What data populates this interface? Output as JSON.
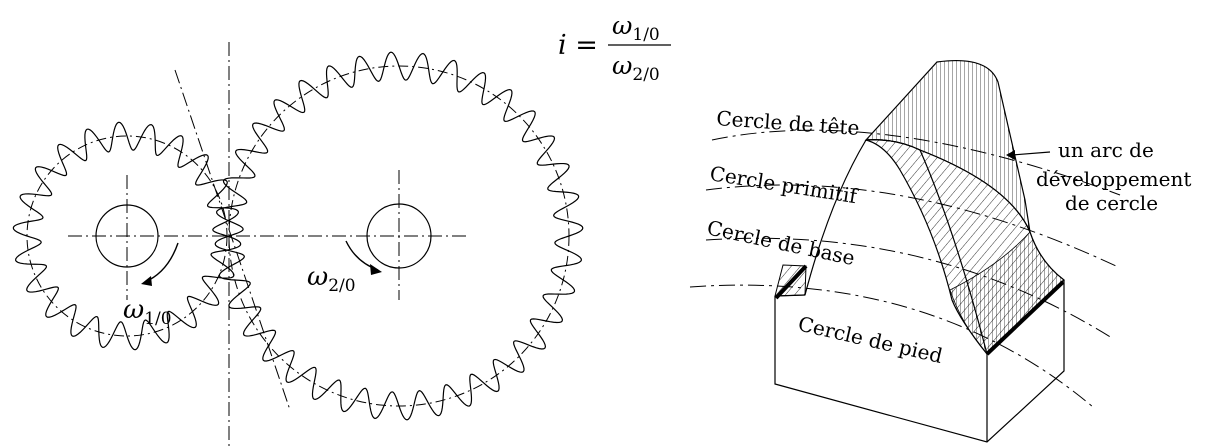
{
  "formula": {
    "lhs": "i =",
    "num": "ω",
    "num_sub": "1/0",
    "den": "ω",
    "den_sub": "2/0"
  },
  "gears": {
    "small": {
      "teeth": 22,
      "omega_symbol": "ω",
      "omega_sub": "1/0"
    },
    "large": {
      "teeth": 36,
      "omega_symbol": "ω",
      "omega_sub": "2/0"
    }
  },
  "tooth_labels": {
    "head": "Cercle de tête",
    "pitch": "Cercle primitif",
    "base": "Cercle de base",
    "root": "Cercle de pied",
    "annotation": [
      "un arc de",
      "développement",
      "de cercle"
    ]
  }
}
